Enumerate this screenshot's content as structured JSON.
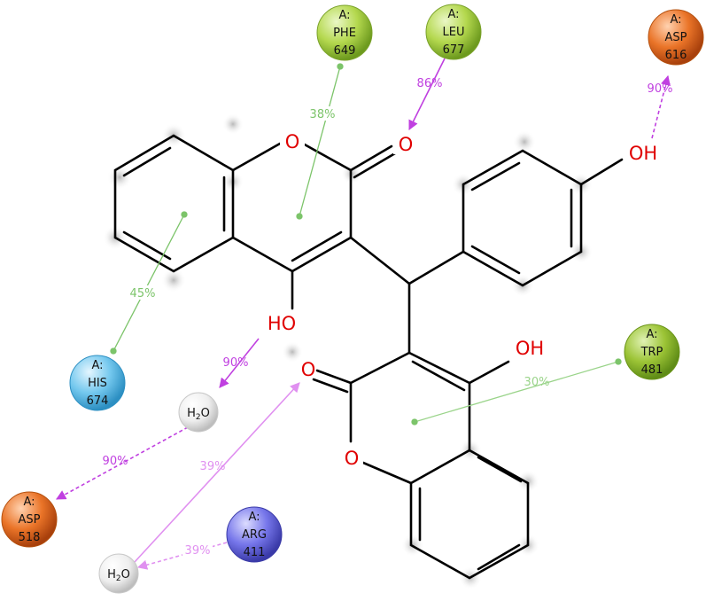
{
  "residues": [
    {
      "id": "phe649",
      "chain": "A:",
      "name": "PHE",
      "num": "649",
      "color": "#a6cc3c"
    },
    {
      "id": "leu677",
      "chain": "A:",
      "name": "LEU",
      "num": "677",
      "color": "#a6cc3c"
    },
    {
      "id": "asp616",
      "chain": "A:",
      "name": "ASP",
      "num": "616",
      "color": "#e0681f"
    },
    {
      "id": "trp481",
      "chain": "A:",
      "name": "TRP",
      "num": "481",
      "color": "#94bf2a"
    },
    {
      "id": "his674",
      "chain": "A:",
      "name": "HIS",
      "num": "674",
      "color": "#5fbde6"
    },
    {
      "id": "asp518",
      "chain": "A:",
      "name": "ASP",
      "num": "518",
      "color": "#e0681f"
    },
    {
      "id": "arg411",
      "chain": "A:",
      "name": "ARG",
      "num": "411",
      "color": "#6a6ae6"
    }
  ],
  "waters": [
    {
      "id": "water1",
      "label": "H",
      "sub": "2",
      "tail": "O"
    },
    {
      "id": "water2",
      "label": "H",
      "sub": "2",
      "tail": "O"
    }
  ],
  "atom_labels": {
    "o_ring_top": "O",
    "o_carbonyl_top": "O",
    "oh_para": "OH",
    "ho_top": "HO",
    "oh_bottom": "OH",
    "o_carbonyl_bottom": "O",
    "o_ring_bottom": "O"
  },
  "interactions": {
    "phe649": "38%",
    "leu677": "86%",
    "asp616": "90%",
    "his674": "45%",
    "trp481": "30%",
    "ho_water1": "90%",
    "water1_asp518": "90%",
    "water2_carbonyl": "39%",
    "arg411_water2": "39%"
  },
  "colors": {
    "pi_stack": "#7cc46a",
    "hbond_strong": "#c040e0",
    "hbond_weak": "#e090f0",
    "bond": "#000000",
    "heteroatom": "#e00000"
  }
}
